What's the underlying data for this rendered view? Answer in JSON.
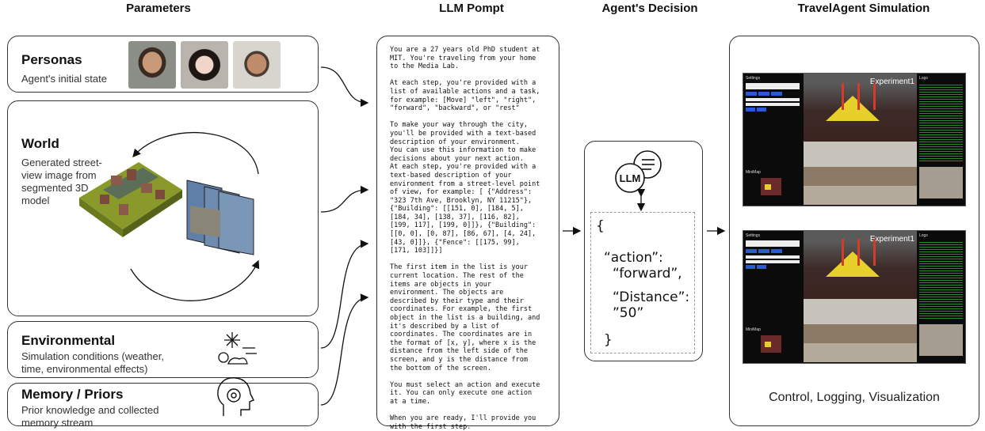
{
  "columns": {
    "parameters": "Parameters",
    "prompt": "LLM Pompt",
    "decision": "Agent's Decision",
    "simulation": "TravelAgent Simulation"
  },
  "personas": {
    "title": "Personas",
    "subtitle": "Agent's initial state"
  },
  "world": {
    "title": "World",
    "line1": "Generated street-",
    "line2": "view image from",
    "line3": "segmented 3D",
    "line4": "model"
  },
  "environmental": {
    "title": "Environmental",
    "line1": "Simulation conditions (weather,",
    "line2": "time, environmental effects)"
  },
  "memory": {
    "title": "Memory / Priors",
    "line1": "Prior knowledge and collected",
    "line2": "memory stream"
  },
  "prompt_text": "You are a 27 years old PhD student at\nMIT. You're traveling from your home\nto the Media Lab.\n\nAt each step, you're provided with a\nlist of available actions and a task,\nfor example: [Move] \"left\", \"right\",\n\"forward\", \"backward\", or \"rest\"\n\nTo make your way through the city,\nyou'll be provided with a text-based\ndescription of your environment.\nYou can use this information to make\ndecisions about your next action.\nAt each step, you're provided with a\ntext-based description of your\nenvironment from a street-level point\nof view, for example: [ {\"Address\":\n\"323 7th Ave, Brooklyn, NY 11215\"},\n{\"Building\": [[151, 0], [184, 5],\n[184, 34], [138, 37], [116, 82],\n[199, 117], [199, 0]]}, {\"Building\":\n[[0, 0], [0, 87], [86, 67], [4, 24],\n[43, 0]]}, {\"Fence\": [[175, 99],\n[171, 103]]}]\n\nThe first item in the list is your\ncurrent location. The rest of the\nitems are objects in your\nenvironment. The objects are\ndescribed by their type and their\ncoordinates. For example, the first\nobject in the list is a building, and\nit's described by a list of\ncoordinates. The coordinates are in\nthe format of [x, y], where x is the\ndistance from the left side of the\nscreen, and y is the distance from\nthe bottom of the screen.\n\nYou must select an action and execute\nit. You can only execute one action\nat a time.\n\nWhen you are ready, I'll provide you\nwith the first step.",
  "decision": {
    "llm_label": "LLM",
    "open_brace": "{",
    "key1": "“action”:",
    "val1": "“forward”,",
    "key2": "“Distance”:",
    "val2": "”50”",
    "close_brace": "}"
  },
  "simulation": {
    "screen_title": "Experiment1",
    "settings_label": "Settings",
    "logs_label": "Logs",
    "minimap_label": "MiniMap",
    "caption": "Control, Logging, Visualization"
  },
  "colors": {
    "log_green": "#3bd13b",
    "sky": "#5a5a5a",
    "button_blue": "#2a5bd6"
  }
}
